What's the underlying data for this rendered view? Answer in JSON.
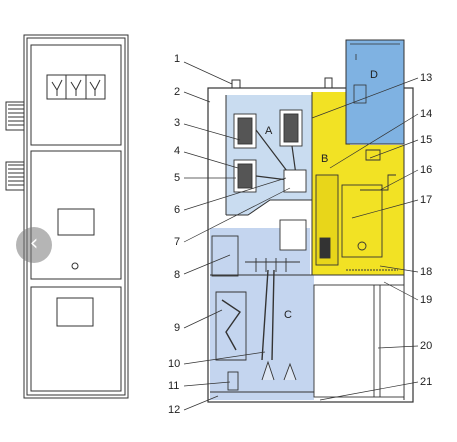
{
  "nav": {
    "prev_glyph": "‹"
  },
  "zones": {
    "a": "A",
    "b": "B",
    "c": "C",
    "d": "D"
  },
  "callouts": [
    "1",
    "2",
    "3",
    "4",
    "5",
    "6",
    "7",
    "8",
    "9",
    "10",
    "11",
    "12",
    "13",
    "14",
    "15",
    "16",
    "17",
    "18",
    "19",
    "20",
    "21"
  ],
  "colors": {
    "zone_a": "#c9dcf0",
    "zone_b": "#f2e224",
    "zone_c": "#c4d5ef",
    "zone_d": "#7fb2e2",
    "outline": "#333333"
  }
}
